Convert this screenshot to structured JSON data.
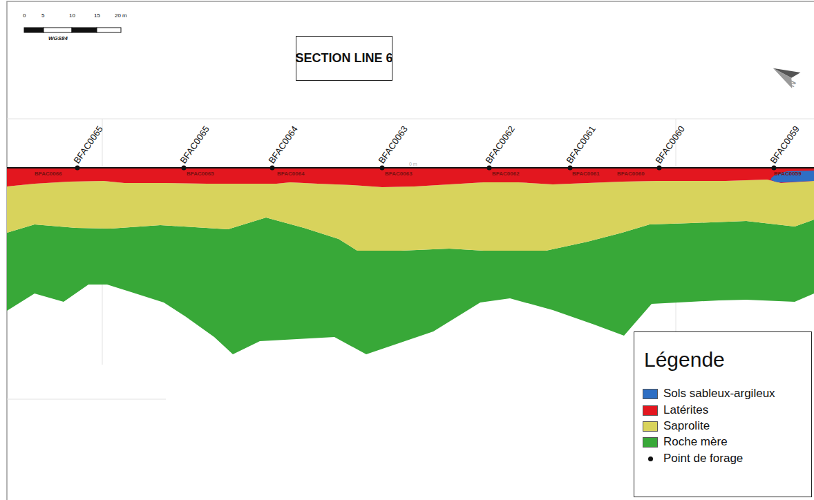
{
  "diagram": {
    "title": "SECTION LINE 6",
    "labels": [
      "0",
      "5",
      "10",
      "15",
      "20 m",
      "WGS84",
      "N",
      "BFAC0065",
      "BFAC0065",
      "BFAC0064",
      "BFAC0063",
      "BFAC0062",
      "BFAC0061",
      "BFAC0060",
      "BFAC0059",
      "BFAC0066",
      "BFAC0065",
      "BFAC0064",
      "BFAC0063",
      "BFAC0062",
      "BFAC0061",
      "BFAC0060",
      "BFAC0059",
      "0 m",
      "Légende"
    ],
    "legend": [
      {
        "text": "Sols sableux-argileux",
        "color": "#2e6fc4"
      },
      {
        "text": "Latérites",
        "color": "#e3171f"
      },
      {
        "text": "Saprolite",
        "color": "#d8d35c"
      },
      {
        "text": "Roche mère",
        "color": "#38a838"
      },
      {
        "text": "Point de forage"
      }
    ]
  }
}
